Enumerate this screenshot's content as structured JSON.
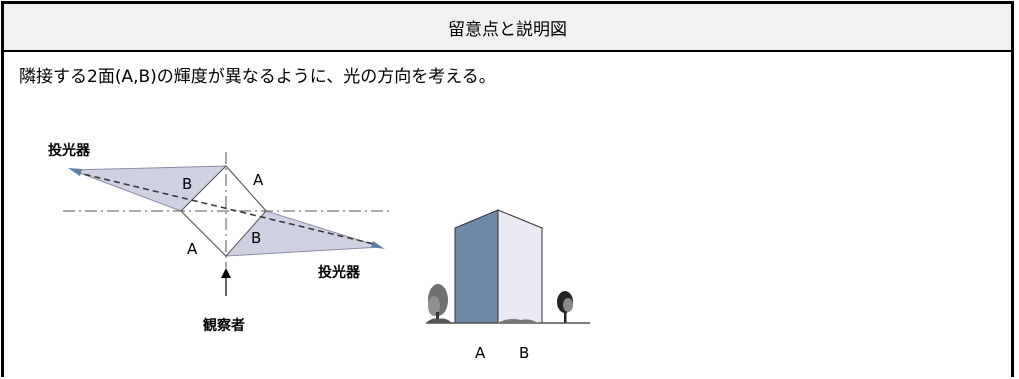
{
  "header": {
    "title": "留意点と説明図"
  },
  "body": {
    "description": "隣接する2面(A,B)の輝度が異なるように、光の方向を考える。"
  },
  "diagram": {
    "plan": {
      "projector_label_top": "投光器",
      "projector_label_bottom": "投光器",
      "observer_label": "観察者",
      "face_a_top": "A",
      "face_b_top": "B",
      "face_a_bottom": "A",
      "face_b_bottom": "B"
    },
    "elevation": {
      "face_a_label": "A",
      "face_b_label": "B"
    }
  },
  "colors": {
    "beam_fill": "#cfd0e2",
    "face_a": "#6e89a8",
    "face_b": "#eaeaf4",
    "projector": "#5b7fa6",
    "header_bg": "#f1f1f1"
  }
}
